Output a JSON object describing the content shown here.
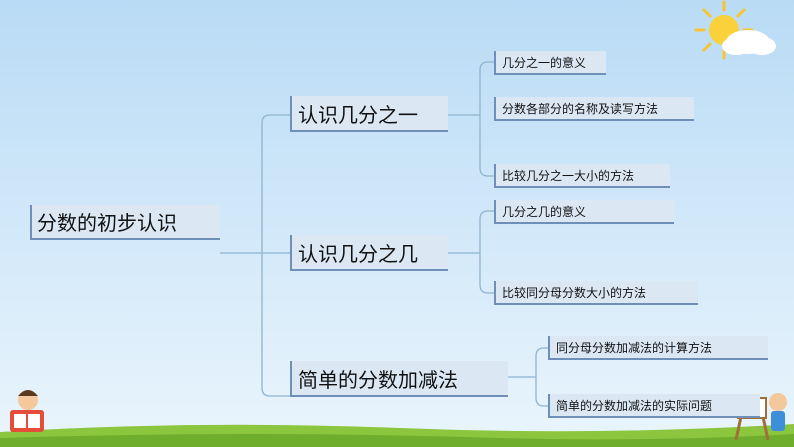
{
  "mindmap": {
    "root": "分数的初步认识",
    "branches": [
      {
        "label": "认识几分之一",
        "items": [
          "几分之一的意义",
          "分数各部分的名称及读写方法",
          "比较几分之一大小的方法"
        ]
      },
      {
        "label": "认识几分之几",
        "items": [
          "几分之几的意义",
          "比较同分母分数大小的方法"
        ]
      },
      {
        "label": "简单的分数加减法",
        "items": [
          "同分母分数加减法的计算方法",
          "简单的分数加减法的实际问题"
        ]
      }
    ]
  },
  "colors": {
    "node_fill": "#dbe8f4",
    "node_border": "#6f8fb8",
    "connector": "#8fb4cf",
    "sky_top": "#b9dbf5",
    "grass": "#8cc63f"
  },
  "icons": [
    "sun-cloud-icon",
    "reading-child-icon",
    "easel-child-icon"
  ]
}
